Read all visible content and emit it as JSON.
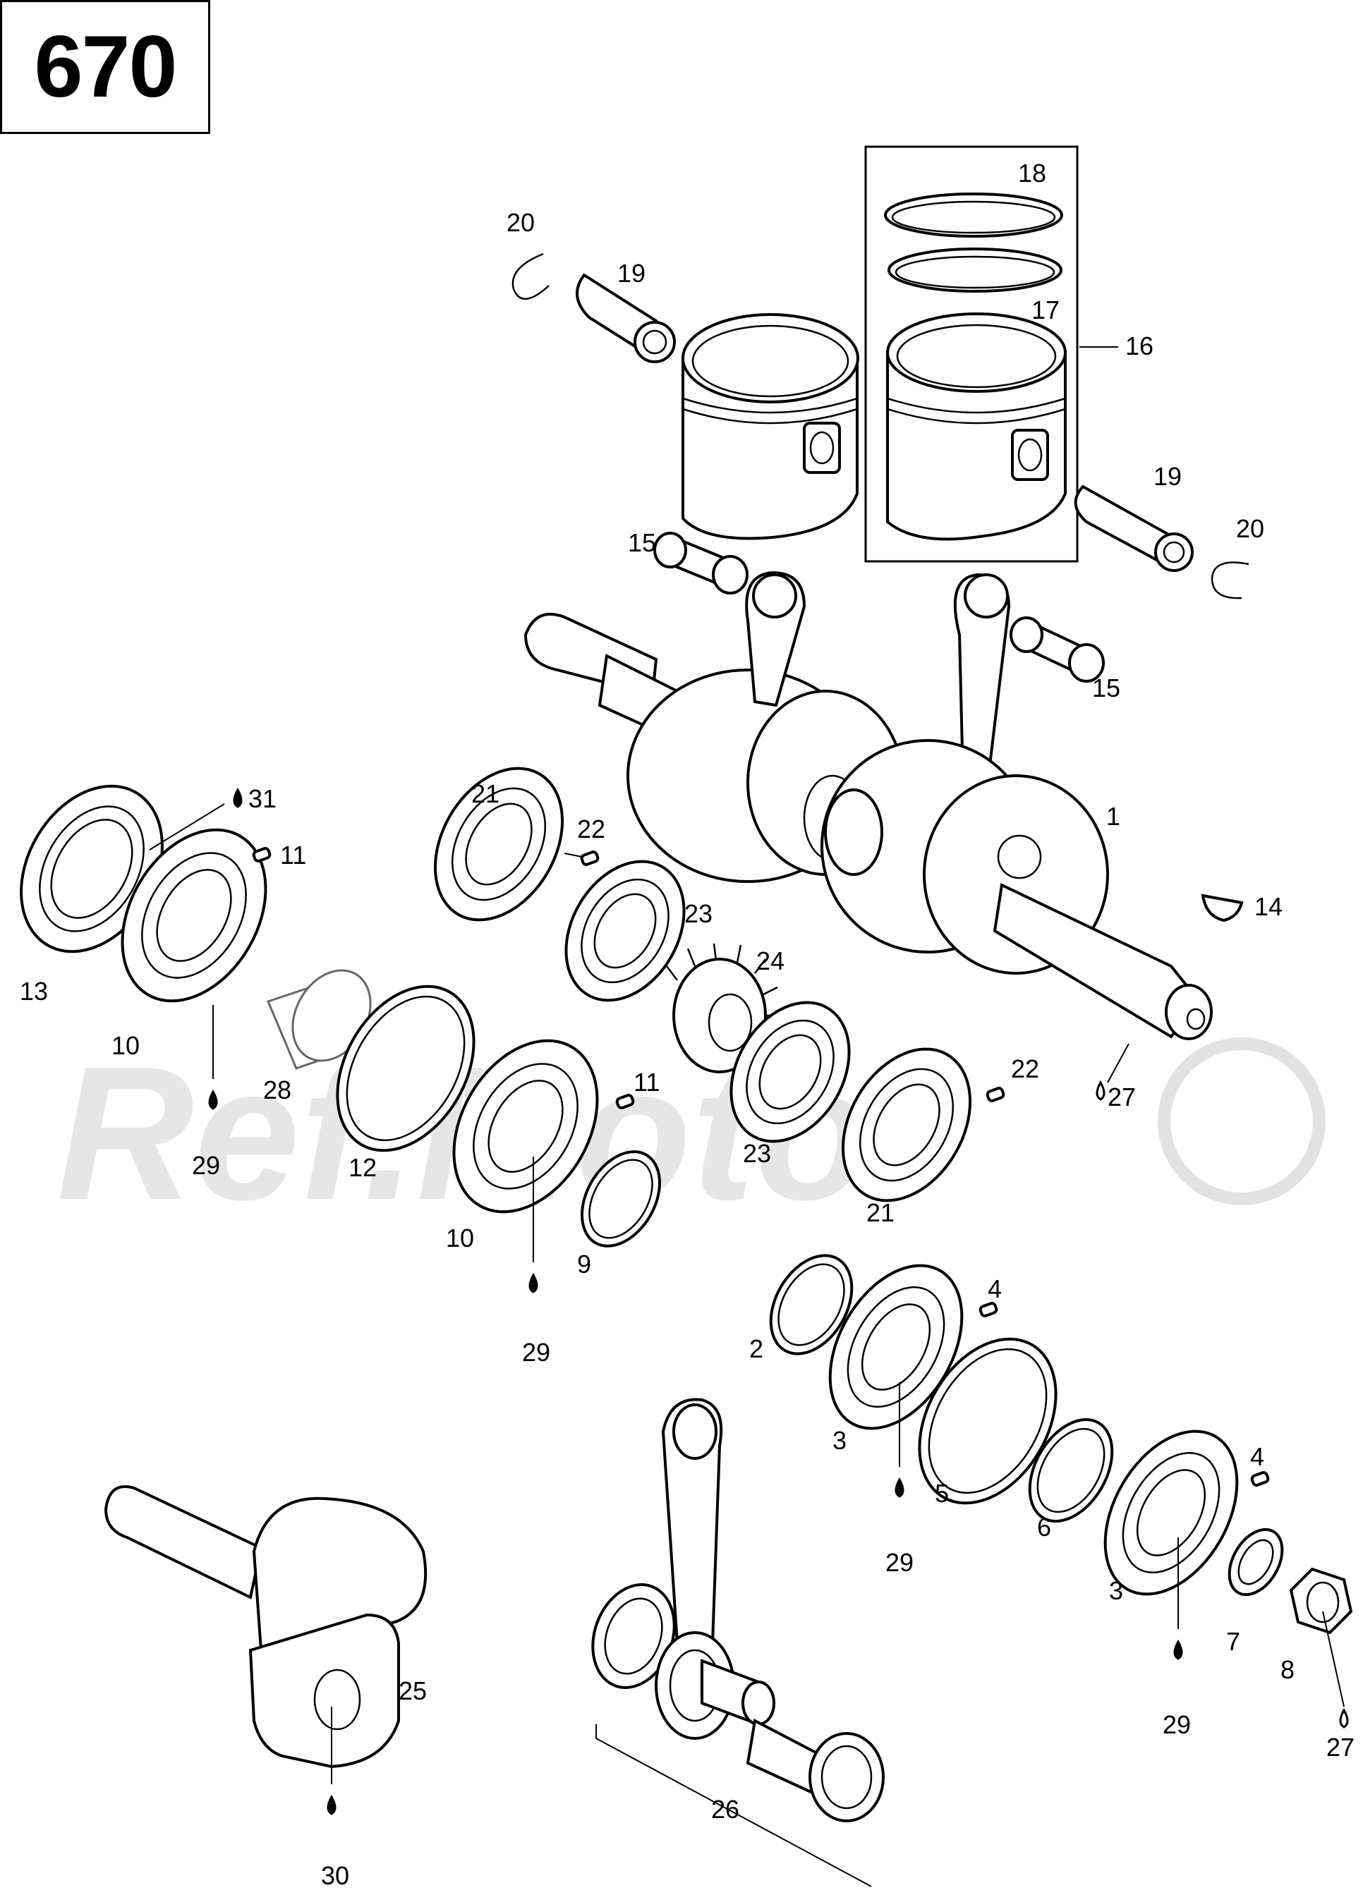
{
  "diagram_number": "670",
  "watermark": "Ref.Moto",
  "callouts": [
    {
      "id": "c1",
      "text": "1"
    },
    {
      "id": "c2",
      "text": "2"
    },
    {
      "id": "c3a",
      "text": "3"
    },
    {
      "id": "c3b",
      "text": "3"
    },
    {
      "id": "c4a",
      "text": "4"
    },
    {
      "id": "c4b",
      "text": "4"
    },
    {
      "id": "c5",
      "text": "5"
    },
    {
      "id": "c6",
      "text": "6"
    },
    {
      "id": "c7",
      "text": "7"
    },
    {
      "id": "c8",
      "text": "8"
    },
    {
      "id": "c9",
      "text": "9"
    },
    {
      "id": "c10a",
      "text": "10"
    },
    {
      "id": "c10b",
      "text": "10"
    },
    {
      "id": "c11a",
      "text": "11"
    },
    {
      "id": "c11b",
      "text": "11"
    },
    {
      "id": "c12",
      "text": "12"
    },
    {
      "id": "c13",
      "text": "13"
    },
    {
      "id": "c14",
      "text": "14"
    },
    {
      "id": "c15a",
      "text": "15"
    },
    {
      "id": "c15b",
      "text": "15"
    },
    {
      "id": "c16",
      "text": "16"
    },
    {
      "id": "c17",
      "text": "17"
    },
    {
      "id": "c18",
      "text": "18"
    },
    {
      "id": "c19a",
      "text": "19"
    },
    {
      "id": "c19b",
      "text": "19"
    },
    {
      "id": "c20a",
      "text": "20"
    },
    {
      "id": "c20b",
      "text": "20"
    },
    {
      "id": "c21a",
      "text": "21"
    },
    {
      "id": "c21b",
      "text": "21"
    },
    {
      "id": "c22a",
      "text": "22"
    },
    {
      "id": "c22b",
      "text": "22"
    },
    {
      "id": "c23a",
      "text": "23"
    },
    {
      "id": "c23b",
      "text": "23"
    },
    {
      "id": "c24",
      "text": "24"
    },
    {
      "id": "c25",
      "text": "25"
    },
    {
      "id": "c26",
      "text": "26"
    },
    {
      "id": "c27a",
      "text": "27"
    },
    {
      "id": "c27b",
      "text": "27"
    },
    {
      "id": "c28",
      "text": "28"
    },
    {
      "id": "c29a",
      "text": "29"
    },
    {
      "id": "c29b",
      "text": "29"
    },
    {
      "id": "c29c",
      "text": "29"
    },
    {
      "id": "c29d",
      "text": "29"
    },
    {
      "id": "c30",
      "text": "30"
    },
    {
      "id": "c31",
      "text": "31"
    }
  ]
}
